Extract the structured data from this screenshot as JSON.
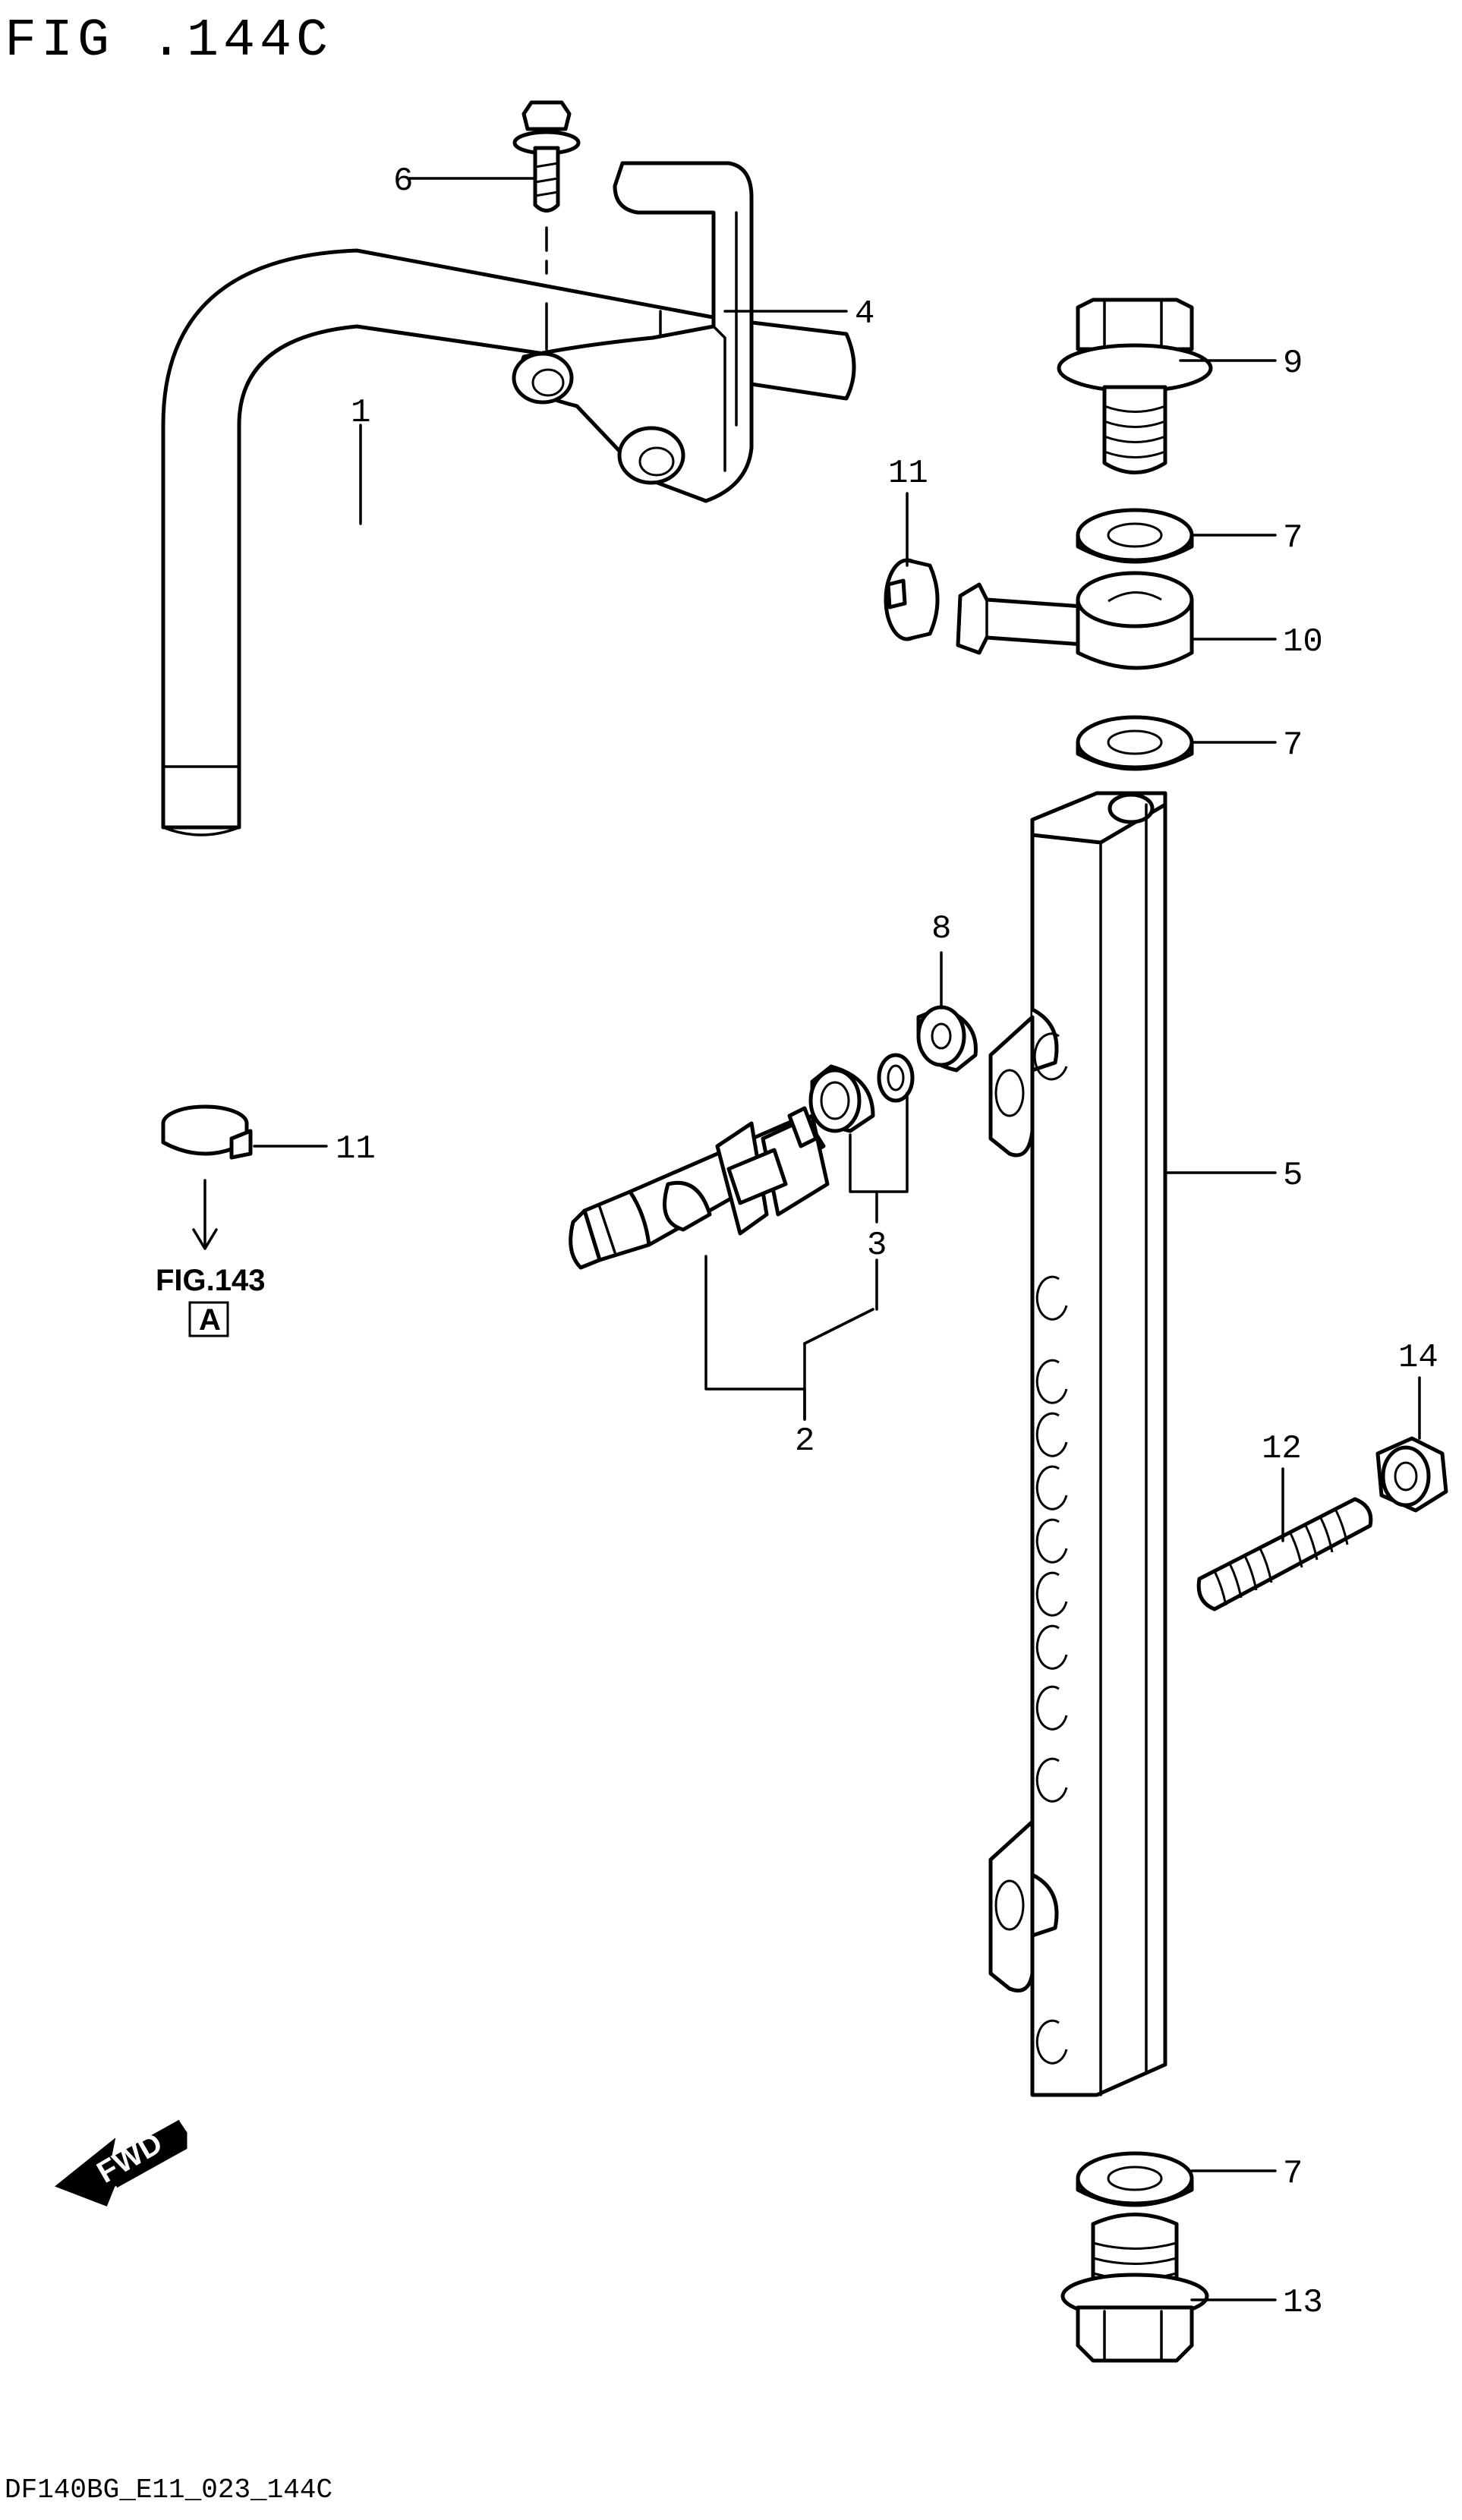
{
  "figure": {
    "title": "FIG .144C",
    "footer_code": "DF140BG_E11_023_144C",
    "reference": {
      "text": "FIG.143",
      "box_label": "A"
    },
    "direction_label": "FWD"
  },
  "callouts": [
    {
      "id": "1",
      "label": "1"
    },
    {
      "id": "2",
      "label": "2"
    },
    {
      "id": "3",
      "label": "3"
    },
    {
      "id": "4",
      "label": "4"
    },
    {
      "id": "5",
      "label": "5"
    },
    {
      "id": "6",
      "label": "6"
    },
    {
      "id": "7a",
      "label": "7"
    },
    {
      "id": "7b",
      "label": "7"
    },
    {
      "id": "7c",
      "label": "7"
    },
    {
      "id": "8",
      "label": "8"
    },
    {
      "id": "9",
      "label": "9"
    },
    {
      "id": "10",
      "label": "10"
    },
    {
      "id": "11a",
      "label": "11"
    },
    {
      "id": "11b",
      "label": "11"
    },
    {
      "id": "12",
      "label": "12"
    },
    {
      "id": "13",
      "label": "13"
    },
    {
      "id": "14",
      "label": "14"
    }
  ]
}
